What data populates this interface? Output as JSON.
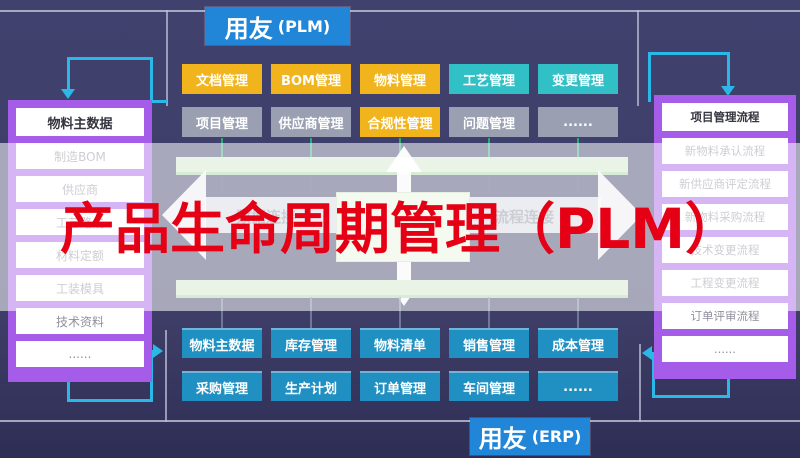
{
  "title": {
    "text": "产品生命周期管理（PLM）",
    "color": "#e50015"
  },
  "badges": {
    "plm": {
      "brand": "用友",
      "suffix": "(PLM)"
    },
    "erp": {
      "brand": "用友",
      "suffix": "(ERP)"
    }
  },
  "plm_modules": {
    "row1": [
      {
        "label": "文档管理",
        "color": "yellow"
      },
      {
        "label": "BOM管理",
        "color": "yellow"
      },
      {
        "label": "物料管理",
        "color": "yellow"
      },
      {
        "label": "工艺管理",
        "color": "teal"
      },
      {
        "label": "变更管理",
        "color": "teal"
      }
    ],
    "row2": [
      {
        "label": "项目管理",
        "color": "gray"
      },
      {
        "label": "供应商管理",
        "color": "gray"
      },
      {
        "label": "合规性管理",
        "color": "yellow"
      },
      {
        "label": "问题管理",
        "color": "gray"
      },
      {
        "label": "......",
        "color": "gray"
      }
    ]
  },
  "erp_modules": {
    "row1": [
      {
        "label": "物料主数据"
      },
      {
        "label": "库存管理"
      },
      {
        "label": "物料清单"
      },
      {
        "label": "销售管理"
      },
      {
        "label": "成本管理"
      }
    ],
    "row2": [
      {
        "label": "采购管理"
      },
      {
        "label": "生产计划"
      },
      {
        "label": "订单管理"
      },
      {
        "label": "车间管理"
      },
      {
        "label": "......"
      }
    ]
  },
  "left_panel": {
    "header": "物料主数据",
    "items": [
      "制造BOM",
      "供应商",
      "工艺路线",
      "材料定额",
      "工装模具",
      "技术资料",
      "......"
    ]
  },
  "right_panel": {
    "header": "项目管理流程",
    "items": [
      "新物料承认流程",
      "新供应商评定流程",
      "新物料采购流程",
      "技术变更流程",
      "工程变更流程",
      "订单评审流程",
      "......"
    ]
  },
  "integration": {
    "left_label": "数据连接",
    "right_label": "流程连接"
  },
  "colors": {
    "background": "#3d3d67",
    "badge_blue": "#2186d8",
    "module_yellow": "#f2b41c",
    "module_teal": "#30c0c6",
    "module_gray": "#9aa0b2",
    "erp_box_blue": "#2090c2",
    "panel_purple": "#a55ce8",
    "title_red": "#e50015",
    "connector_cyan": "#29b8e8",
    "integration_green": "#cfe6cb"
  }
}
